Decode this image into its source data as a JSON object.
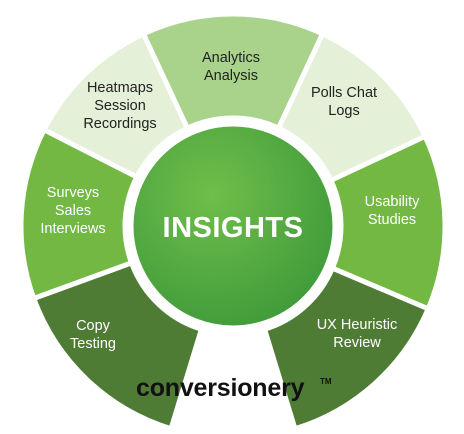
{
  "center": {
    "label": "INSIGHTS"
  },
  "segments": [
    {
      "lines": [
        "Surveys",
        "Sales",
        "Interviews"
      ],
      "color": "#72b842",
      "text_color": "#ffffff"
    },
    {
      "lines": [
        "Heatmaps",
        "Session",
        "Recordings"
      ],
      "color": "#e4f0d8",
      "text_color": "#222222"
    },
    {
      "lines": [
        "Analytics",
        "Analysis"
      ],
      "color": "#a9d38a",
      "text_color": "#222222"
    },
    {
      "lines": [
        "Polls Chat",
        "Logs"
      ],
      "color": "#e4f0d8",
      "text_color": "#222222"
    },
    {
      "lines": [
        "Usability",
        "Studies"
      ],
      "color": "#72b842",
      "text_color": "#ffffff"
    },
    {
      "lines": [
        "UX Heuristic",
        "Review"
      ],
      "color": "#4f7c34",
      "text_color": "#ffffff"
    },
    {
      "lines": [
        "Copy",
        "Testing"
      ],
      "color": "#4f7c34",
      "text_color": "#ffffff"
    }
  ],
  "brand": {
    "text": "conversionery",
    "trademark": "TM"
  },
  "colors": {
    "center_light": "#6fbe4a",
    "center_dark": "#3f9a3a"
  }
}
